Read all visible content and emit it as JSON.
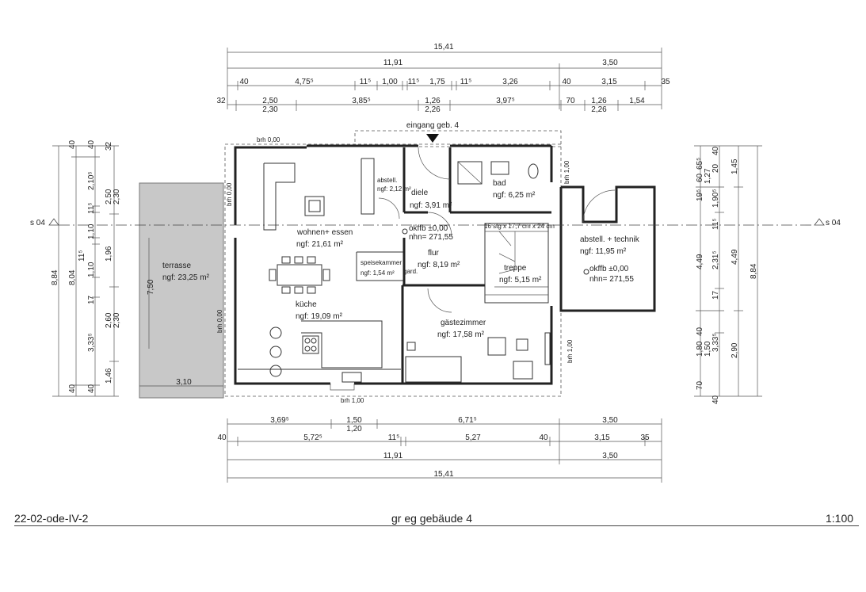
{
  "dims_top": {
    "r1": [
      "15,41"
    ],
    "r2": [
      "11,91",
      "3,50"
    ],
    "r3": [
      "40",
      "4,75⁵",
      "11⁵",
      "1,00",
      "11⁵",
      "1,75",
      "11⁵",
      "3,26",
      "40",
      "3,15",
      "35"
    ],
    "r4a": [
      "32",
      "2,50",
      "3,85⁵",
      "1,26",
      "3,97⁵",
      "70",
      "1,26",
      "1,54"
    ],
    "r4b": [
      "2,30",
      "2,26",
      "2,26"
    ]
  },
  "dims_bottom": {
    "r1": [
      "3,69⁵",
      "1,50",
      "6,71⁵",
      "3,50"
    ],
    "r1b": [
      "1,20"
    ],
    "r2": [
      "40",
      "5,72⁵",
      "11⁵",
      "5,27",
      "40",
      "3,15",
      "35"
    ],
    "r3": [
      "11,91",
      "3,50"
    ],
    "r4": [
      "15,41"
    ]
  },
  "dims_left": [
    "40",
    "2,10⁵",
    "11⁵",
    "1,10",
    "11⁵",
    "1,10",
    "17",
    "3,33⁵",
    "40",
    "40",
    "32",
    "2,50",
    "2,30",
    "1,96",
    "2,60",
    "2,30",
    "1,46",
    "8,84",
    "8,04",
    "7,50"
  ],
  "dims_right": [
    "40",
    "65⁵",
    "60",
    "20",
    "1,27",
    "19⁵",
    "1,90⁵",
    "11⁵",
    "4,49",
    "2,31⁵",
    "17",
    "40",
    "1,80",
    "1,50",
    "3,33⁵",
    "70",
    "40",
    "1,45",
    "4,49",
    "2,90",
    "8,84"
  ],
  "labels": {
    "entrance": "eingang geb. 4",
    "brh_top": "brh 0,00",
    "brh_left1": "brh 0,00",
    "brh_left2": "brh 0,00",
    "brh_right1": "brh 1,00",
    "brh_right2": "brh 1,00",
    "brh_bottom": "brh 1,00",
    "axis_left": "s 04",
    "axis_right": "s 04",
    "stair": "16 stg x 17,7 cm x 24 cm",
    "level1_a": "okffb ±0,00",
    "level1_b": "nhn= 271,55",
    "level2_a": "okffb ±0,00",
    "level2_b": "nhn= 271,55"
  },
  "rooms": {
    "wohnen_name": "wohnen+ essen",
    "wohnen_area": "ngf: 21,61 m²",
    "abstell_name": "abstell.",
    "abstell_area": "ngf: 2,12 m²",
    "diele_name": "diele",
    "diele_area": "ngf: 3,91 m²",
    "bad_name": "bad",
    "bad_area": "ngf: 6,25 m²",
    "technik_name": "abstell. + technik",
    "technik_area": "ngf: 11,95 m²",
    "terrasse_name": "terrasse",
    "terrasse_area": "ngf: 23,25 m²",
    "speise_name": "speisekammer",
    "speise_area": "ngf: 1,54 m²",
    "gard": "gard.",
    "flur_name": "flur",
    "flur_area": "ngf: 8,19 m²",
    "treppe_name": "treppe",
    "treppe_area": "ngf: 5,15 m²",
    "kueche_name": "küche",
    "kueche_area": "ngf: 19,09 m²",
    "gaeste_name": "gästezimmer",
    "gaeste_area": "ngf: 17,58 m²",
    "terrasse_width": "3,10"
  },
  "footer": {
    "code": "22-02-ode-IV-2",
    "title": "gr eg gebäude 4",
    "scale": "1:100"
  }
}
